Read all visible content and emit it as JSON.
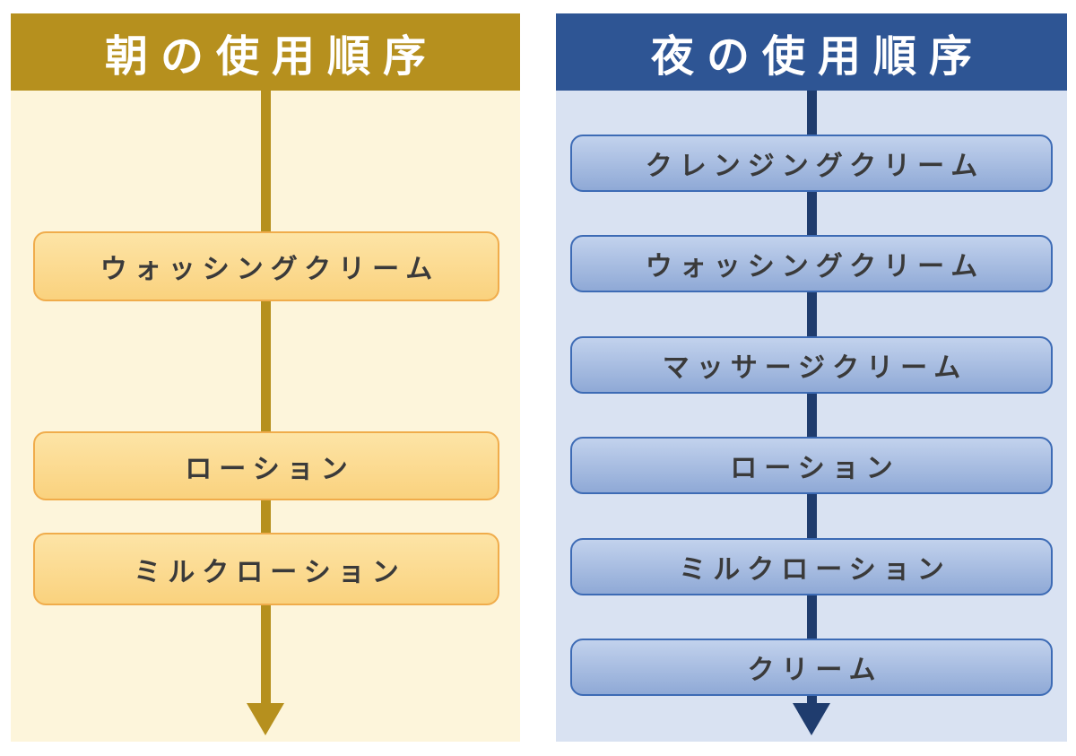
{
  "panels": [
    {
      "id": "morning",
      "title": "朝の使用順序",
      "steps": [
        "ウォッシングクリーム",
        "ローション",
        "ミルクローション"
      ],
      "theme": {
        "header_bg": "#B6901E",
        "body_bg": "#FDF5DB",
        "box_fill_top": "#FDE4A6",
        "box_fill_bottom": "#FAD27E",
        "box_border": "#F0AC4B",
        "arrow": "#B6901E",
        "title_color": "#FFFFFF",
        "step_text_color": "#3A3A3A"
      }
    },
    {
      "id": "night",
      "title": "夜の使用順序",
      "steps": [
        "クレンジングクリーム",
        "ウォッシングクリーム",
        "マッサージクリーム",
        "ローション",
        "ミルクローション",
        "クリーム"
      ],
      "theme": {
        "header_bg": "#2E5594",
        "body_bg": "#D9E2F2",
        "box_fill_top": "#C2D2ED",
        "box_fill_bottom": "#8FA9D6",
        "box_border": "#3D6BB5",
        "arrow": "#1F3C6E",
        "title_color": "#FFFFFF",
        "step_text_color": "#3A3A3A"
      }
    }
  ]
}
